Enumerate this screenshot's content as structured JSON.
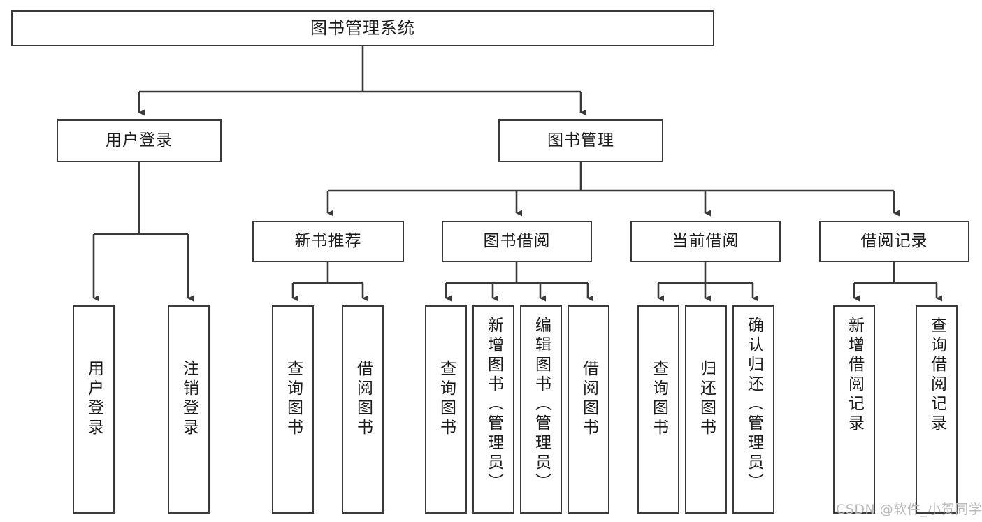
{
  "diagram": {
    "title": "图书管理系统",
    "colors": {
      "stroke": "#3a3a3a",
      "background": "#ffffff",
      "text": "#1b1b1b",
      "watermark": "#b9b9b9"
    },
    "root": {
      "label": "图书管理系统"
    },
    "level2": [
      {
        "label": "用户登录"
      },
      {
        "label": "图书管理"
      }
    ],
    "level3": [
      {
        "label": "新书推荐"
      },
      {
        "label": "图书借阅"
      },
      {
        "label": "当前借阅"
      },
      {
        "label": "借阅记录"
      }
    ],
    "leaves": [
      {
        "label": "用户登录"
      },
      {
        "label": "注销登录"
      },
      {
        "label": "查询图书"
      },
      {
        "label": "借阅图书"
      },
      {
        "label": "查询图书"
      },
      {
        "label": "新增图书（管理员）"
      },
      {
        "label": "编辑图书（管理员）"
      },
      {
        "label": "借阅图书"
      },
      {
        "label": "查询图书"
      },
      {
        "label": "归还图书"
      },
      {
        "label": "确认归还（管理员）"
      },
      {
        "label": "新增借阅记录"
      },
      {
        "label": "查询借阅记录"
      }
    ]
  },
  "watermark": {
    "text": "CSDN @软件_小贺同学"
  }
}
